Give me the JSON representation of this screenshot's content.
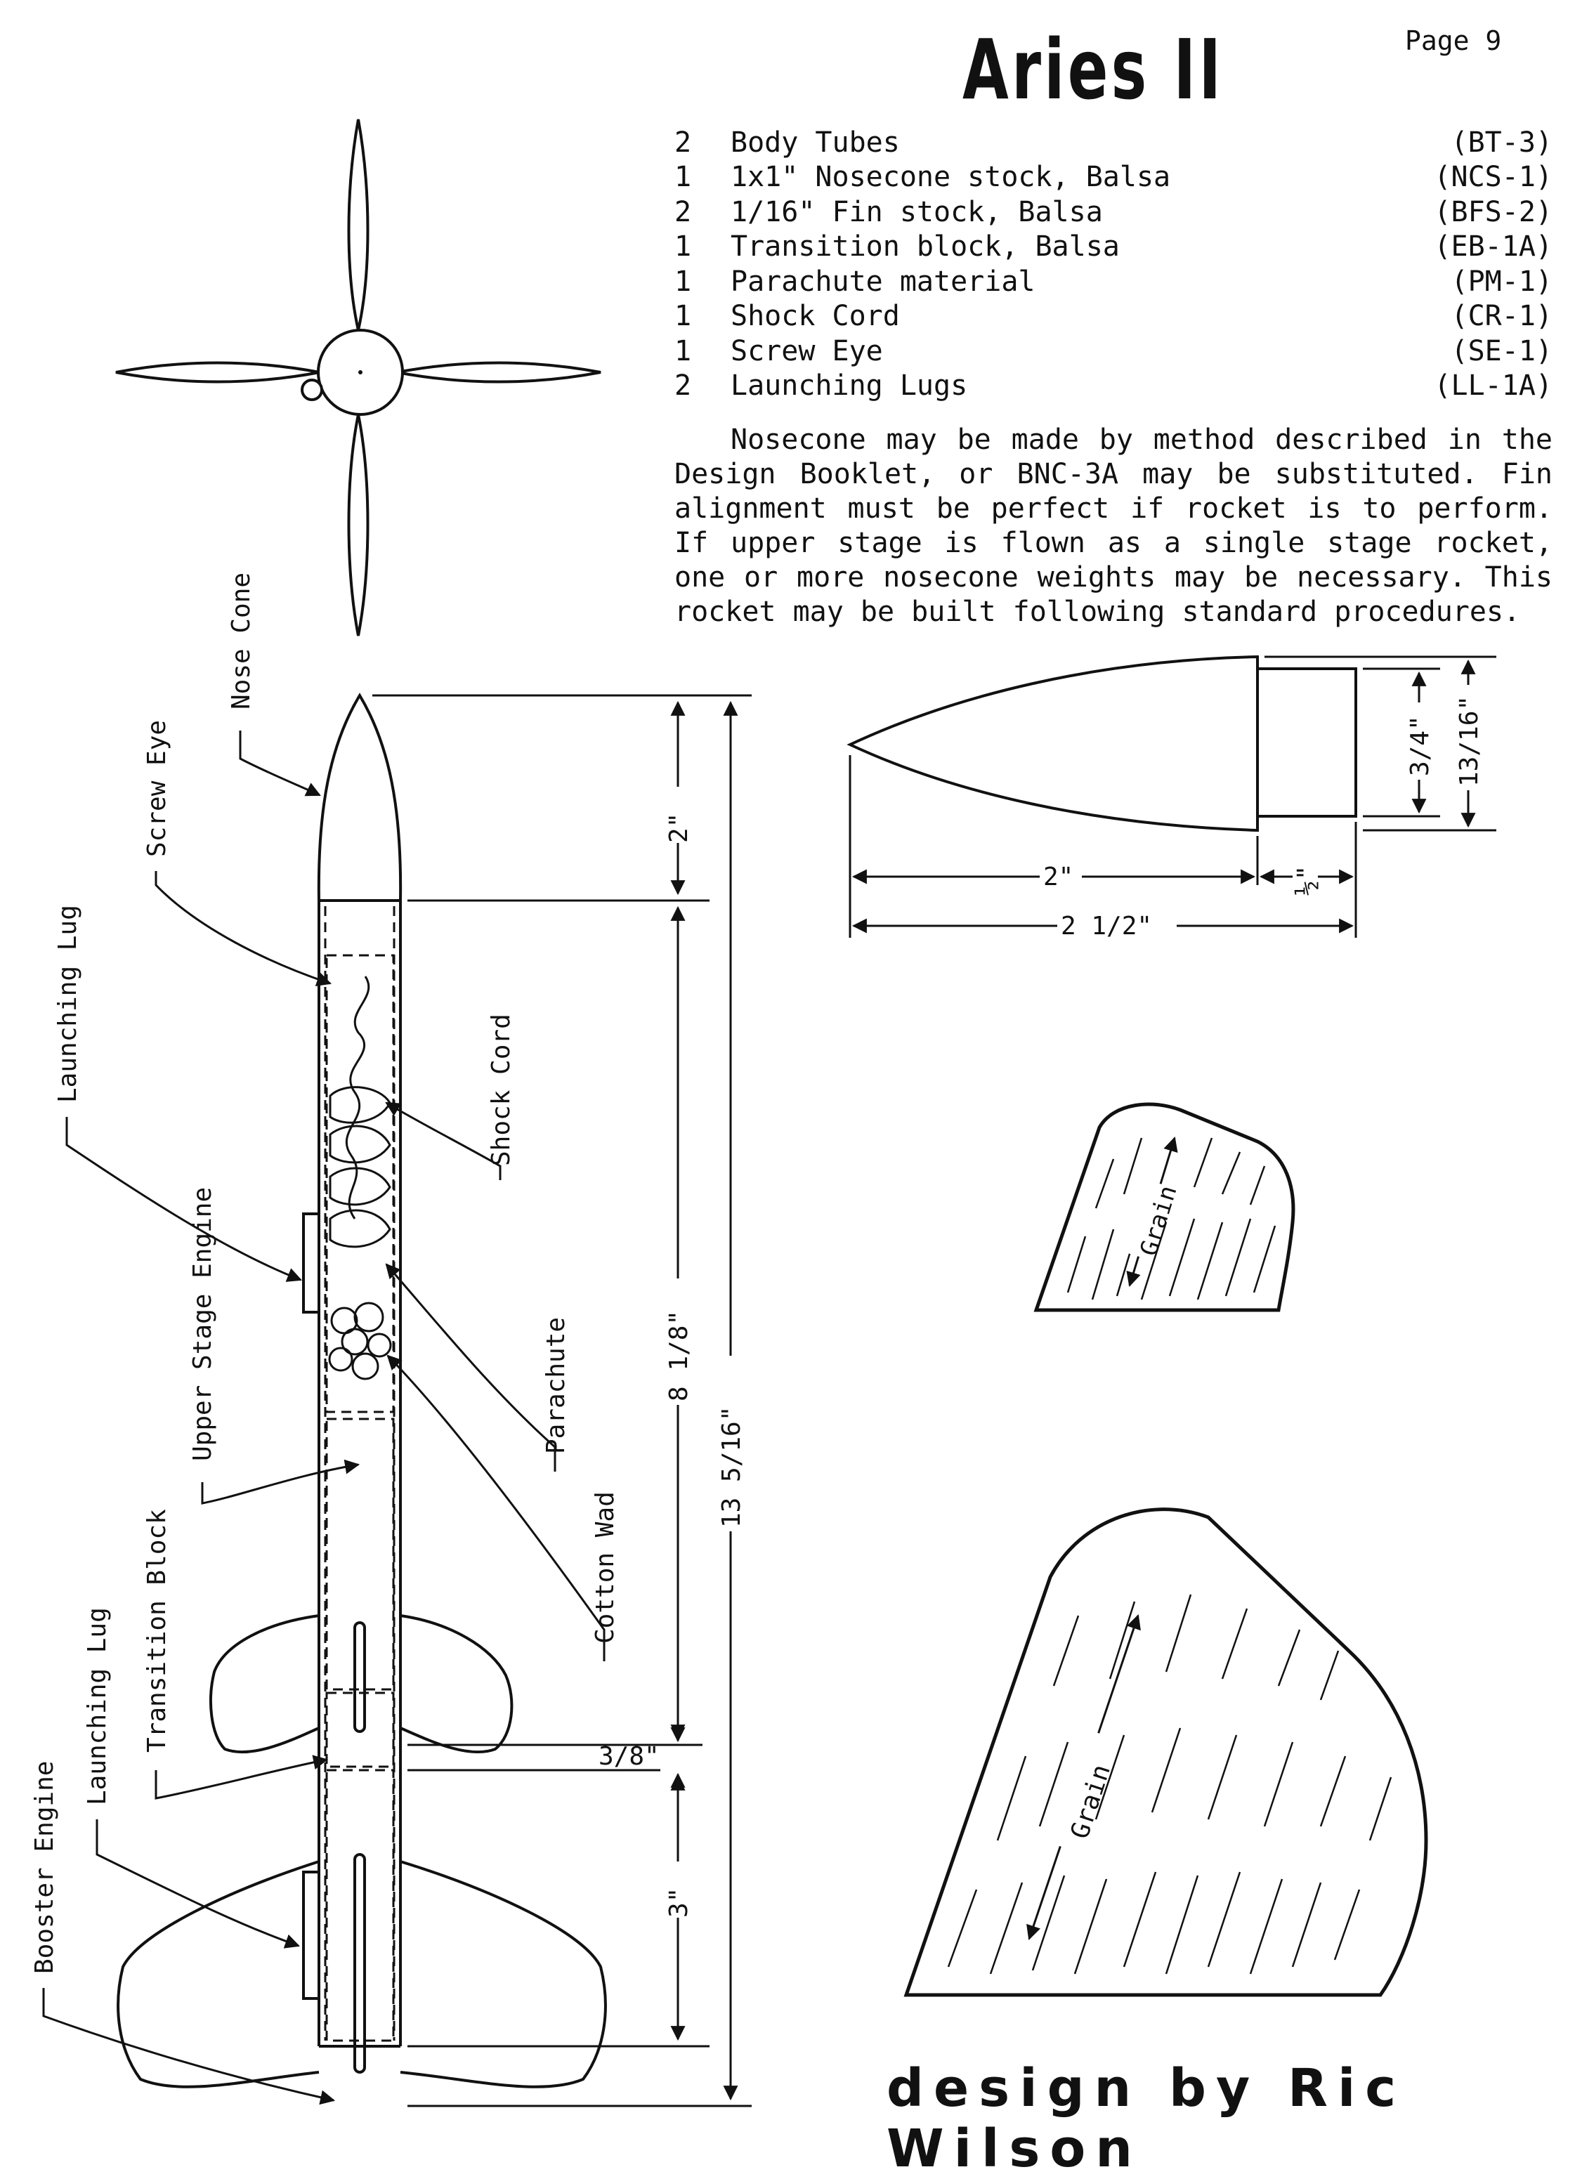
{
  "title": "Aries II",
  "page_label": "Page 9",
  "parts_list": [
    {
      "qty": "2",
      "desc": "Body Tubes",
      "code": "(BT-3)"
    },
    {
      "qty": "1",
      "desc": "1x1\" Nosecone stock, Balsa",
      "code": "(NCS-1)"
    },
    {
      "qty": "2",
      "desc": "1/16\" Fin stock, Balsa",
      "code": "(BFS-2)"
    },
    {
      "qty": "1",
      "desc": "Transition block, Balsa",
      "code": "(EB-1A)"
    },
    {
      "qty": "1",
      "desc": "Parachute material",
      "code": "(PM-1)"
    },
    {
      "qty": "1",
      "desc": "Shock Cord",
      "code": "(CR-1)"
    },
    {
      "qty": "1",
      "desc": "Screw Eye",
      "code": "(SE-1)"
    },
    {
      "qty": "2",
      "desc": "Launching Lugs",
      "code": "(LL-1A)"
    }
  ],
  "notes": "Nosecone may be made by method described in the Design Booklet, or BNC-3A may be substituted. Fin alignment must be perfect if rocket is to perform. If upper stage is flown as a single stage rocket, one or more nosecone weights may be necessary. This rocket may be built following standard procedures.",
  "callouts": {
    "nose_cone": "Nose Cone",
    "screw_eye": "Screw Eye",
    "launching_lug_upper": "Launching Lug",
    "shock_cord": "Shock Cord",
    "parachute": "Parachute",
    "upper_stage_engine": "Upper Stage Engine",
    "cotton_wad": "Cotton Wad",
    "transition_block": "Transition Block",
    "launching_lug_lower": "Launching Lug",
    "booster_engine": "Booster Engine"
  },
  "dimensions": {
    "nose_length": "2\"",
    "upper_body": "8 1/8\"",
    "overall": "13 5/16\"",
    "transition": "3/8\"",
    "booster": "3\"",
    "nosecone_2in": "2\"",
    "nosecone_shoulder": "½\"",
    "nosecone_total": "2 1/2\"",
    "shoulder_dia": "3/4\"",
    "nosecone_dia": "13/16\""
  },
  "grain_label": "Grain",
  "credit": "design by Ric Wilson",
  "colors": {
    "ink": "#111111",
    "paper": "#ffffff"
  }
}
